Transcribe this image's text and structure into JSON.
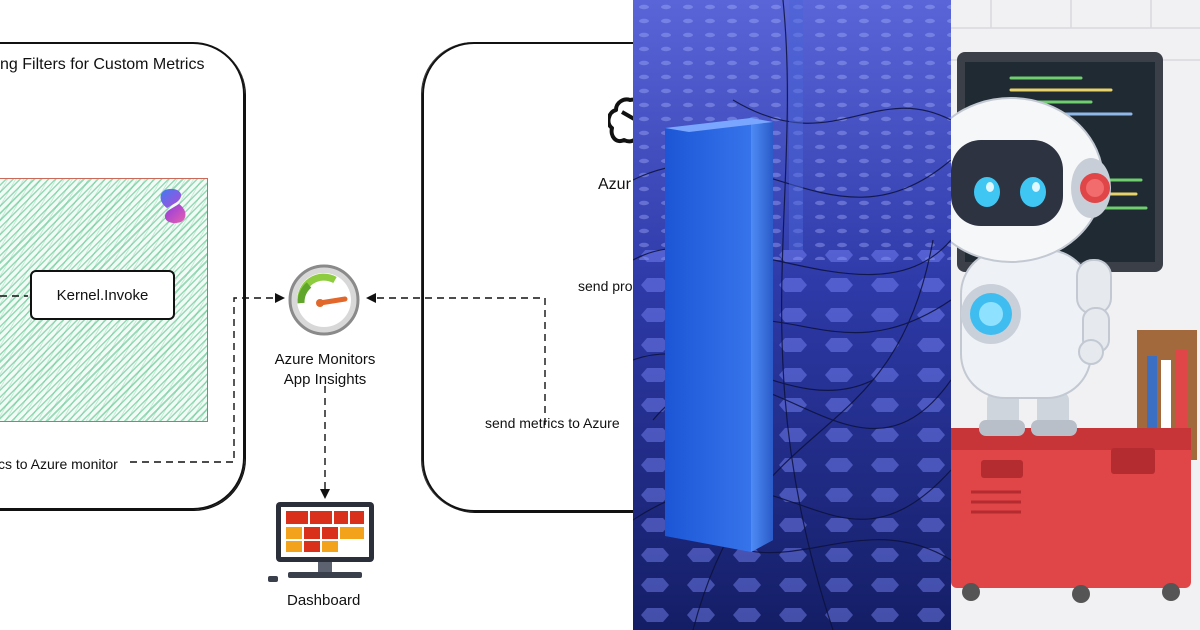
{
  "diagram": {
    "filters_title": "ng Filters for Custom Metrics",
    "kernel_invoke_label": "Kernel.Invoke",
    "monitor_label_line1": "Azure Monitors",
    "monitor_label_line2": "App Insights",
    "metrics_left_label": "cs to Azure monitor",
    "send_pro_label": "send pro",
    "send_metrics_right_label": "send metrics to Azure",
    "azure_label": "Azur",
    "dashboard_label": "Dashboard"
  },
  "colors": {
    "kernel_hatch": "#4abe82",
    "kernel_border": "#c96a5a",
    "gauge_green": "#8ccc3e",
    "gauge_needle": "#e2672a",
    "dashboard_red": "#d9301c",
    "dashboard_orange": "#f3a21b",
    "data_bg": "#1d2d8a",
    "robot_crate": "#e04548"
  },
  "icons": {
    "sk_logo": "semantic-kernel-logo-icon",
    "gauge": "app-insights-gauge-icon",
    "openai": "openai-logo-icon",
    "dashboard": "dashboard-monitor-icon"
  }
}
